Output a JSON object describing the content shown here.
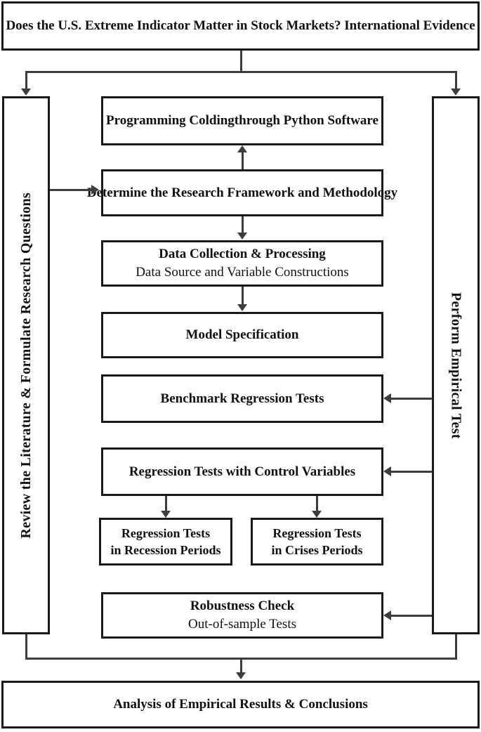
{
  "diagram": {
    "title": "Does the U.S. Extreme Indicator Matter in Stock Markets? International Evidence",
    "left_rail": "Review the Literature & Formulate Research Questions",
    "right_rail": "Perform Empirical Test",
    "steps": {
      "programming": "Programming Coldingthrough Python Software",
      "framework": "Determine the Research Framework and Methodology",
      "data_collection_title": "Data Collection & Processing",
      "data_collection_subtitle": "Data Source and Variable Constructions",
      "model": "Model Specification",
      "benchmark": "Benchmark Regression Tests",
      "control": "Regression Tests with Control Variables",
      "recession_line1": "Regression Tests",
      "recession_line2": "in Recession Periods",
      "crises_line1": "Regression Tests",
      "crises_line2": "in Crises Periods",
      "robustness_title": "Robustness Check",
      "robustness_subtitle": "Out-of-sample Tests"
    },
    "conclusion": "Analysis of Empirical Results & Conclusions",
    "colors": {
      "box_border": "#1a1a1a",
      "connector": "#3d3d3d",
      "background": "#ffffff",
      "text": "#111111"
    }
  }
}
